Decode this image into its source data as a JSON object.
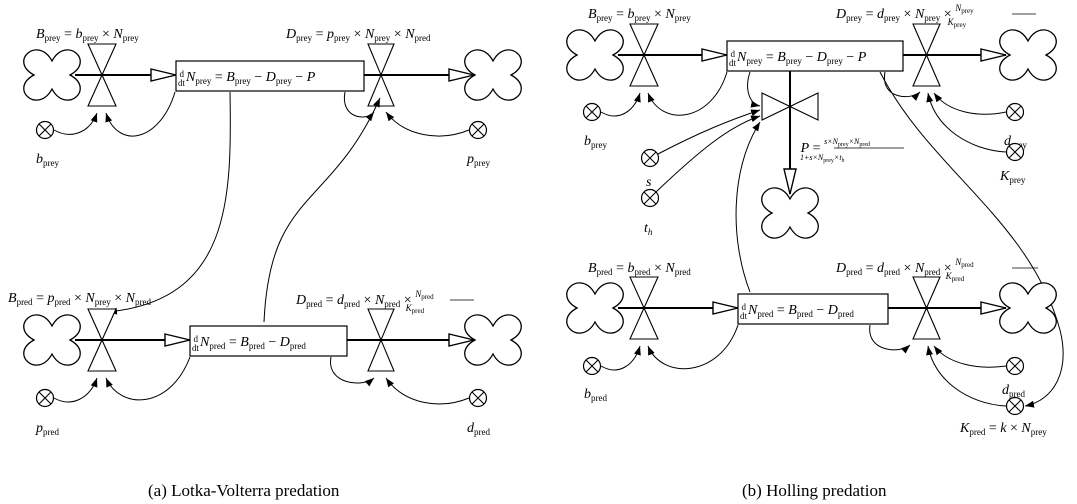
{
  "panel_a": {
    "caption": "(a) Lotka-Volterra predation",
    "prey": {
      "stock_eq": "d/dt N_prey = B_prey − D_prey − P",
      "birth_eq": "B_prey = b_prey × N_prey",
      "death_eq": "D_prey = p_prey × N_prey × N_pred",
      "aux_birth": "b_prey",
      "aux_death": "p_prey"
    },
    "pred": {
      "stock_eq": "d/dt N_pred = B_pred − D_pred",
      "birth_eq": "B_pred = p_pred × N_prey × N_pred",
      "death_eq": "D_pred = d_pred × N_pred × N_pred/K_pred",
      "aux_birth": "p_pred",
      "aux_death": "d_pred"
    }
  },
  "panel_b": {
    "caption": "(b) Holling predation",
    "prey": {
      "stock_eq": "d/dt N_prey = B_prey − D_prey − P",
      "birth_eq": "B_prey = b_prey × N_prey",
      "death_eq": "D_prey = d_prey × N_prey × N_prey/K_prey",
      "aux_birth": "b_prey",
      "aux_death": "d_prey",
      "aux_capacity": "K_prey"
    },
    "predation": {
      "eq": "P = s×N_prey×N_pred / (1+s×N_prey×t_h)",
      "aux_s": "s",
      "aux_th": "t_h"
    },
    "pred": {
      "stock_eq": "d/dt N_pred = B_pred − D_pred",
      "birth_eq": "B_pred = b_pred × N_pred",
      "death_eq": "D_pred = d_pred × N_pred × N_pred/K_pred",
      "aux_birth": "b_pred",
      "aux_death": "d_pred",
      "aux_capacity": "K_pred = k × N_prey"
    }
  }
}
